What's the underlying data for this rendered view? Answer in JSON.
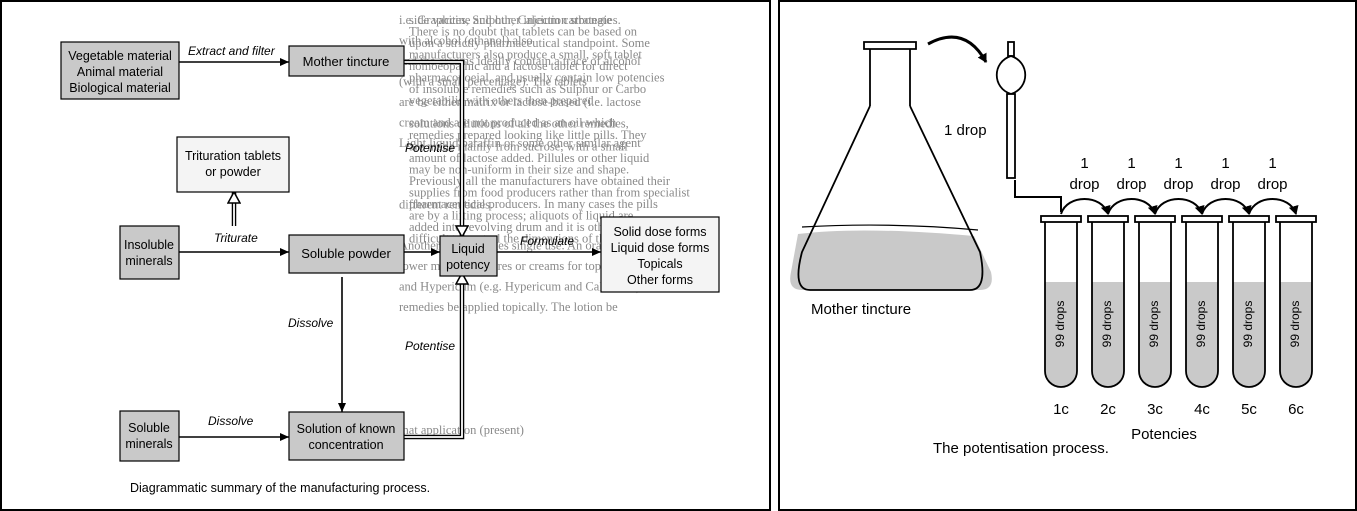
{
  "manufacturing": {
    "caption": "Diagrammatic summary of the manufacturing process.",
    "boxes": {
      "sources": [
        "Vegetable material",
        "Animal material",
        "Biological material"
      ],
      "mother_tincture": "Mother tincture",
      "trituration": [
        "Trituration tablets",
        "or powder"
      ],
      "insoluble": [
        "Insoluble",
        "minerals"
      ],
      "soluble_powder": "Soluble powder",
      "liquid_potency": [
        "Liquid",
        "potency"
      ],
      "dose_forms": [
        "Solid dose forms",
        "Liquid dose forms",
        "Topicals",
        "Other forms"
      ],
      "soluble_minerals": [
        "Soluble",
        "minerals"
      ],
      "solution": [
        "Solution of known",
        "concentration"
      ]
    },
    "edges": {
      "extract_filter": "Extract and filter",
      "potentise_top": "Potentise",
      "triturate": "Triturate",
      "formulate": "Formulate",
      "dissolve_mid": "Dissolve",
      "potentise_bottom": "Potentise",
      "dissolve_bottom": "Dissolve"
    },
    "background_text": [
      "i.e. Graphites, Sulphur, Calcium carbonate",
      "with alcohol (ethanol) also",
      "and the creams ideally contain a trace of alcohol",
      "(with a small percentage). The tablets",
      "are be either matrix or lactose-based (i.e. lactose",
      "cream and are not produced as an oil which",
      "Light liquid paraffin or some other similar agent",
      "",
      "",
      "different remedies.",
      "",
      "Another source varies single use. An oral",
      "lower mother tinctures or creams for topical",
      "and Hypericum (e.g. Hypericum and Calendula)",
      "remedies be applied topically. The lotion be",
      "",
      "",
      "",
      "",
      "",
      "that application (present)",
      "",
      "side vaccine and other injection strategies.",
      "There is no doubt that tablets can be based on",
      "upon a strictly pharmaceutical standpoint. Some",
      "manufacturers also produce a small, soft tablet",
      "homoeopathic and a lactose tablet for direct",
      "pharmacopoeial, and usually contain low potencies",
      "of insoluble remedies such as Sulphur or Carbo",
      "vegetabilis with others then prepared",
      "",
      "solutions dilutions of all the other remedies,",
      "remedies prepared looking like little pills. They",
      "are made mainly from sucrose, with a small",
      "amount of lactose added. Pillules or other liquid",
      "may be non-uniform in their size and shape.",
      "Previously all the manufacturers have obtained their",
      "supplies from food producers rather than from specialist",
      "pharmaceutical producers. In many cases the pills",
      "are by a lifting process; aliquots of liquid are",
      "added into revolving drum and it is otherwise",
      "difficult to control the dimensions of the final"
    ]
  },
  "potentisation": {
    "caption": "The potentisation process.",
    "mother_tincture_label": "Mother tincture",
    "first_drop_label": "1 drop",
    "drop_labels": [
      {
        "n": "1",
        "unit": "drop"
      },
      {
        "n": "1",
        "unit": "drop"
      },
      {
        "n": "1",
        "unit": "drop"
      },
      {
        "n": "1",
        "unit": "drop"
      },
      {
        "n": "1",
        "unit": "drop"
      }
    ],
    "tube_content": "99 drops",
    "potencies": [
      "1c",
      "2c",
      "3c",
      "4c",
      "5c",
      "6c"
    ],
    "axis_label": "Potencies"
  }
}
